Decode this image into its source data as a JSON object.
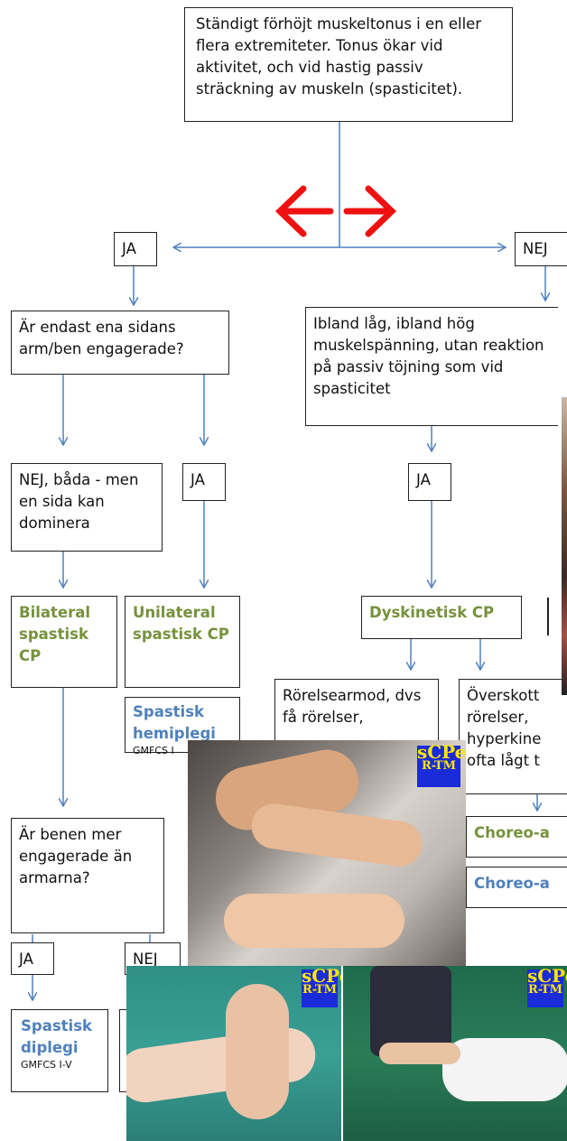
{
  "root_text": "Ständigt förhöjt muskeltonus i en eller flera extremiteter. Tonus ökar vid aktivitet, och vid hastig passiv sträckning av muskeln (spasticitet).",
  "ja": "JA",
  "nej": "NEJ",
  "q_side": "Är endast ena sidans arm/ben engagerade?",
  "dys_text": "Ibland låg, ibland hög muskelspänning, utan reaktion på passiv töjning som vid spasticitet",
  "nej_both": "NEJ, båda - men en sida kan dominera",
  "bilateral": "Bilateral spastisk CP",
  "unilateral": "Unilateral spastisk CP",
  "dyskinetisk": "Dyskinetisk CP",
  "hemiplegi_title": "Spastisk hemiplegi",
  "hemiplegi_gmfcs": "GMFCS I",
  "rorelsearmod": "Rörelsearmod, dvs få rörelser,",
  "overskott": "Överskott rörelser, hyperkine ofta lågt t",
  "choreo1": "Choreo-a",
  "choreo2": "Choreo-a",
  "q_legs": "Är benen mer engagerade än armarna?",
  "diplegi_title": "Spastisk diplegi",
  "diplegi_gmfcs": "GMFCS I-V",
  "logo_top": "sCPe",
  "logo_bottom": "R-TM",
  "colors": {
    "green": "#76923c",
    "blue": "#4f81bd",
    "arrow_blue": "#4f81bd",
    "red_arrow": "#ee1111"
  }
}
